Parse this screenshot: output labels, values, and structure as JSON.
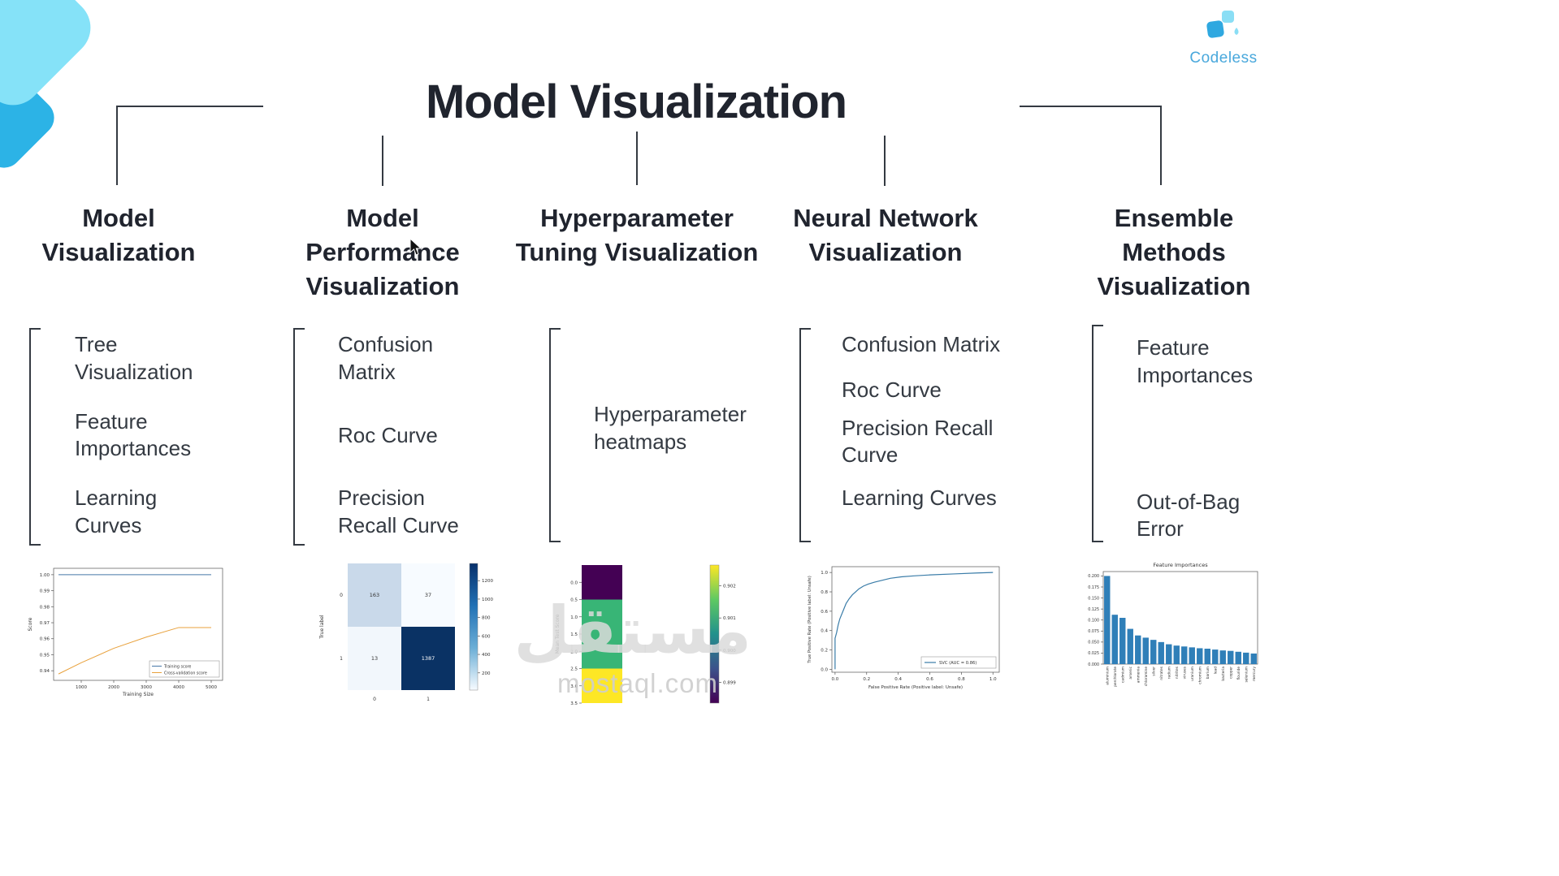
{
  "page": {
    "title": "Model Visualization",
    "brand": "Codeless",
    "watermark": {
      "arabic": "مستقل",
      "latin": "mostaql.com"
    }
  },
  "columns": [
    {
      "heading": "Model Visualization",
      "items": [
        "Tree Visualization",
        "Feature Importances",
        "Learning Curves"
      ]
    },
    {
      "heading": "Model Performance Visualization",
      "items": [
        "Confusion Matrix",
        "Roc Curve",
        "Precision Recall Curve"
      ]
    },
    {
      "heading": "Hyperparameter Tuning Visualization",
      "items": [
        "Hyperparameter heatmaps"
      ]
    },
    {
      "heading": "Neural Network Visualization",
      "items": [
        "Confusion Matrix",
        "Roc Curve",
        "Precision Recall Curve",
        "Learning Curves"
      ]
    },
    {
      "heading": "Ensemble Methods Visualization",
      "items": [
        "Feature Importances",
        "Out-of-Bag Error"
      ]
    }
  ],
  "chart_data": [
    {
      "type": "line",
      "name": "learning-curve",
      "xlabel": "Training Size",
      "ylabel": "Score",
      "xticks": [
        1000,
        2000,
        3000,
        4000,
        5000
      ],
      "yticks": [
        0.94,
        0.95,
        0.96,
        0.97,
        0.98,
        0.99,
        1.0
      ],
      "xlim": [
        150,
        5350
      ],
      "ylim": [
        0.934,
        1.004
      ],
      "legend_position": "lower right",
      "series": [
        {
          "name": "Training score",
          "color": "#4878a8",
          "x": [
            300,
            1000,
            2000,
            3000,
            4000,
            5000
          ],
          "y": [
            1.0,
            1.0,
            1.0,
            1.0,
            1.0,
            1.0
          ]
        },
        {
          "name": "Cross-validation score",
          "color": "#e8a13c",
          "x": [
            300,
            1000,
            2000,
            3000,
            4000,
            5000
          ],
          "y": [
            0.938,
            0.945,
            0.954,
            0.961,
            0.967,
            0.967
          ]
        }
      ]
    },
    {
      "type": "heatmap",
      "name": "confusion-matrix",
      "ylabel": "True label",
      "row_labels": [
        "0",
        "1"
      ],
      "col_labels": [
        "0",
        "1"
      ],
      "values": [
        [
          163,
          37
        ],
        [
          13,
          1387
        ]
      ],
      "cell_colors": [
        [
          "#c9d9ea",
          "#f7fbff"
        ],
        [
          "#f2f7fc",
          "#0a3264"
        ]
      ],
      "cell_text_colors": [
        [
          "#333333",
          "#333333"
        ],
        [
          "#333333",
          "#ffffff"
        ]
      ],
      "colorbar": {
        "ticks": [
          200,
          400,
          600,
          800,
          1000,
          1200
        ],
        "gradient": [
          "#08306b",
          "#2171b5",
          "#6baed6",
          "#f7fbff"
        ]
      }
    },
    {
      "type": "heatmap",
      "name": "grid-search-heatmap",
      "ylabel": "Mean Test Score",
      "yticks": [
        0.0,
        0.5,
        1.0,
        1.5,
        2.0,
        2.5,
        3.0,
        3.5
      ],
      "cells": [
        {
          "value": 0.899,
          "color": "#440154"
        },
        {
          "value": 0.901,
          "color": "#38b576"
        },
        {
          "value": 0.901,
          "color": "#38b576"
        },
        {
          "value": 0.902,
          "color": "#fde725"
        }
      ],
      "colorbar": {
        "ticks": [
          0.902,
          0.901,
          0.9,
          0.899
        ],
        "gradient": [
          "#fde725",
          "#5ec962",
          "#21918c",
          "#3b528b",
          "#440154"
        ]
      }
    },
    {
      "type": "line",
      "name": "roc-curve",
      "xlabel": "False Positive Rate (Positive label: Unsafe)",
      "ylabel": "True Positive Rate (Positive label: Unsafe)",
      "xticks": [
        0.0,
        0.2,
        0.4,
        0.6,
        0.8,
        1.0
      ],
      "yticks": [
        0.0,
        0.2,
        0.4,
        0.6,
        0.8,
        1.0
      ],
      "legend_position": "lower right",
      "series": [
        {
          "name": "SVC (AUC = 0.86)",
          "color": "#3a7ca8",
          "x": [
            0,
            0,
            0.01,
            0.02,
            0.03,
            0.05,
            0.07,
            0.09,
            0.11,
            0.13,
            0.15,
            0.18,
            0.21,
            0.25,
            0.3,
            0.35,
            0.42,
            0.5,
            0.6,
            0.75,
            0.9,
            1.0
          ],
          "y": [
            0,
            0.32,
            0.38,
            0.46,
            0.52,
            0.6,
            0.68,
            0.73,
            0.77,
            0.8,
            0.83,
            0.86,
            0.88,
            0.9,
            0.92,
            0.94,
            0.955,
            0.965,
            0.975,
            0.985,
            0.995,
            1.0
          ]
        }
      ]
    },
    {
      "type": "bar",
      "name": "feature-importances",
      "title": "Feature Importances",
      "yticks": [
        0.0,
        0.025,
        0.05,
        0.075,
        0.1,
        0.125,
        0.15,
        0.175,
        0.2
      ],
      "ylim": [
        0,
        0.21
      ],
      "bar_color": "#2f7fb8",
      "categories": [
        "aluminium",
        "perchlorate",
        "cadmium",
        "arsenic",
        "ammonia",
        "chloramine",
        "silver",
        "nitrates",
        "radium",
        "nitrites",
        "viruses",
        "uranium",
        "chromium",
        "barium",
        "lead",
        "bacteria",
        "copper",
        "flouride",
        "selenium",
        "mercury"
      ],
      "values": [
        0.2,
        0.112,
        0.105,
        0.08,
        0.065,
        0.06,
        0.055,
        0.05,
        0.045,
        0.042,
        0.04,
        0.038,
        0.036,
        0.035,
        0.033,
        0.031,
        0.03,
        0.028,
        0.026,
        0.024
      ]
    }
  ],
  "colors": {
    "accent_blue": "#2cb3e6",
    "light_blue": "#85e2f8",
    "text_dark": "#20242e",
    "connector": "#343a42"
  }
}
